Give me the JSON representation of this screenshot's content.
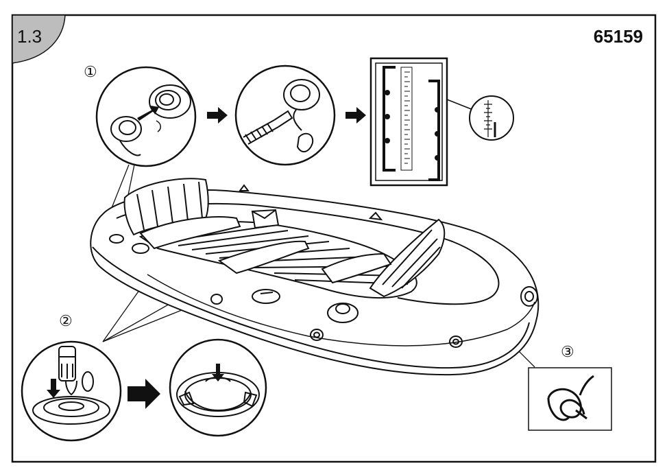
{
  "section_number": "1.3",
  "model_number": "65159",
  "steps": [
    {
      "label": "①"
    },
    {
      "label": "②"
    },
    {
      "label": "③"
    }
  ],
  "colors": {
    "line": "#111111",
    "tab_fill": "#bdbdbd",
    "paper": "#ffffff"
  },
  "icons": [
    "valve-cap-icon",
    "air-pump-hose-icon",
    "pressure-gauge-icon",
    "boat-valve-icon",
    "rope-coil-icon",
    "arrow-right-icon"
  ]
}
